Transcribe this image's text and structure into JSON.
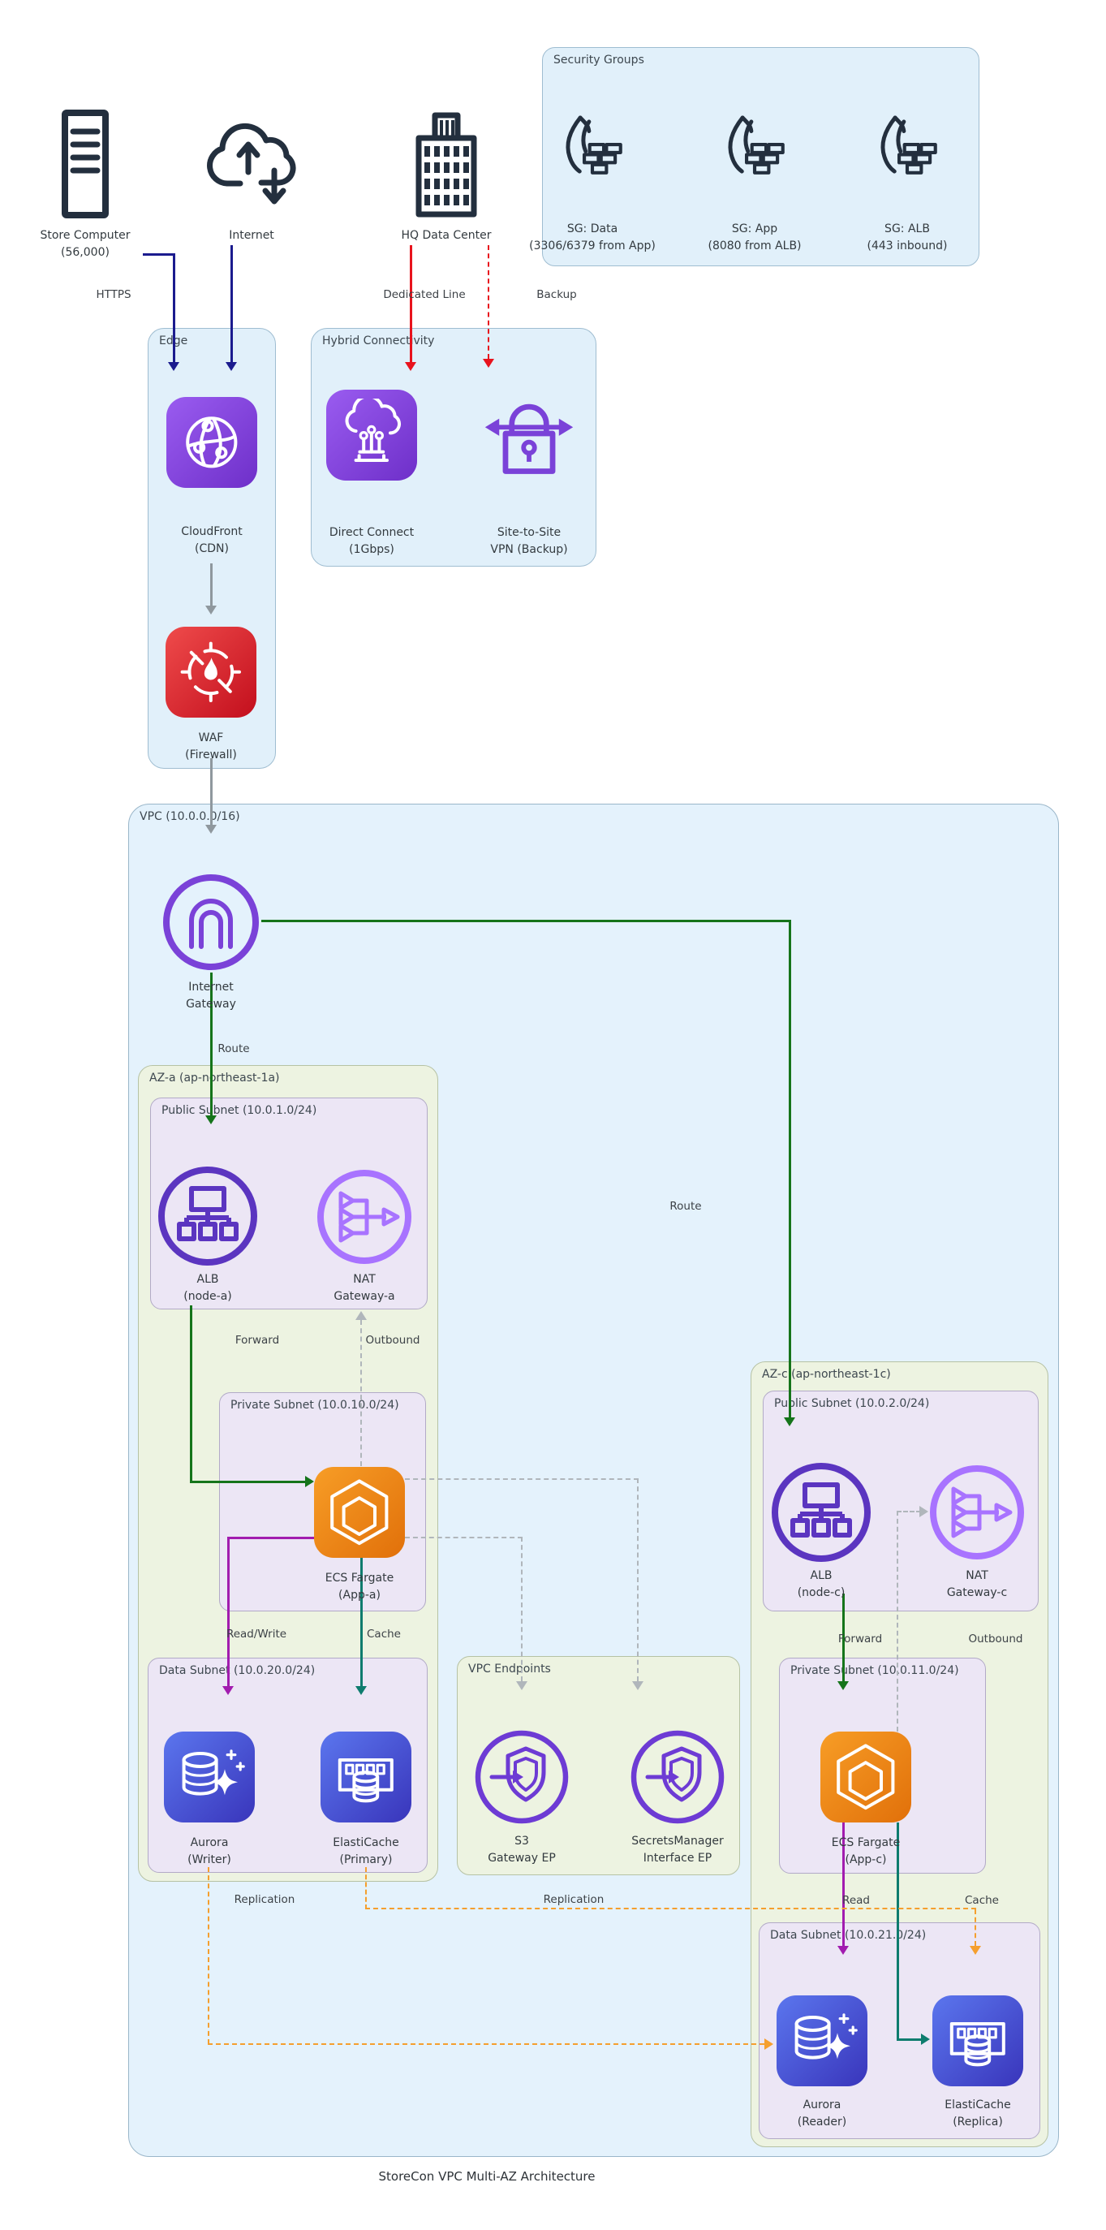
{
  "diagram_title": "StoreCon VPC Multi-AZ Architecture",
  "external": {
    "store_line1": "Store Computer",
    "store_line2": "(56,000)",
    "internet": "Internet",
    "hq": "HQ Data Center"
  },
  "security_groups": {
    "title": "Security Groups",
    "items": [
      {
        "name": "SG: Data",
        "detail": "(3306/6379 from App)"
      },
      {
        "name": "SG: App",
        "detail": "(8080 from ALB)"
      },
      {
        "name": "SG: ALB",
        "detail": "(443 inbound)"
      }
    ]
  },
  "edge": {
    "title": "Edge",
    "cloudfront_line1": "CloudFront",
    "cloudfront_line2": "(CDN)",
    "waf_line1": "WAF",
    "waf_line2": "(Firewall)"
  },
  "hybrid": {
    "title": "Hybrid Connectivity",
    "dx_line1": "Direct Connect",
    "dx_line2": "(1Gbps)",
    "vpn_line1": "Site-to-Site",
    "vpn_line2": "VPN (Backup)"
  },
  "flows": {
    "https": "HTTPS",
    "dedicated_line": "Dedicated Line",
    "backup": "Backup",
    "route_left": "Route",
    "route_right": "Route",
    "forward_a": "Forward",
    "outbound_a": "Outbound",
    "read_write": "Read/Write",
    "cache_a": "Cache",
    "replication_db": "Replication",
    "replication_cache": "Replication",
    "forward_c": "Forward",
    "outbound_c": "Outbound",
    "read_c": "Read",
    "cache_c": "Cache"
  },
  "vpc": {
    "title": "VPC (10.0.0.0/16)",
    "igw_line1": "Internet",
    "igw_line2": "Gateway",
    "endpoints": {
      "title": "VPC Endpoints",
      "s3_line1": "S3",
      "s3_line2": "Gateway EP",
      "sm_line1": "SecretsManager",
      "sm_line2": "Interface EP"
    },
    "az_a": {
      "title": "AZ-a (ap-northeast-1a)",
      "public_title": "Public Subnet (10.0.1.0/24)",
      "alb_line1": "ALB",
      "alb_line2": "(node-a)",
      "nat_line1": "NAT",
      "nat_line2": "Gateway-a",
      "private_title": "Private Subnet (10.0.10.0/24)",
      "ecs_line1": "ECS Fargate",
      "ecs_line2": "(App-a)",
      "data_title": "Data Subnet (10.0.20.0/24)",
      "aurora_line1": "Aurora",
      "aurora_line2": "(Writer)",
      "cache_line1": "ElastiCache",
      "cache_line2": "(Primary)"
    },
    "az_c": {
      "title": "AZ-c (ap-northeast-1c)",
      "public_title": "Public Subnet (10.0.2.0/24)",
      "alb_line1": "ALB",
      "alb_line2": "(node-c)",
      "nat_line1": "NAT",
      "nat_line2": "Gateway-c",
      "private_title": "Private Subnet (10.0.11.0/24)",
      "ecs_line1": "ECS Fargate",
      "ecs_line2": "(App-c)",
      "data_title": "Data Subnet (10.0.21.0/24)",
      "aurora_line1": "Aurora",
      "aurora_line2": "(Reader)",
      "cache_line1": "ElastiCache",
      "cache_line2": "(Replica)"
    }
  },
  "colors": {
    "flow_https": "#1b1b8e",
    "flow_dedicated": "#e8131d",
    "flow_route": "#15741a",
    "flow_neutral": "#8f989e",
    "flow_dashed": "#b0b6bb",
    "flow_read_write": "#a21caf",
    "flow_cache": "#0e7c6e",
    "flow_replication": "#f59f2e",
    "aws_dark": "#232f3e",
    "igw_purple": "#7a42d8",
    "alb_purple": "#5b35c0",
    "nat_purple": "#a873ff"
  }
}
